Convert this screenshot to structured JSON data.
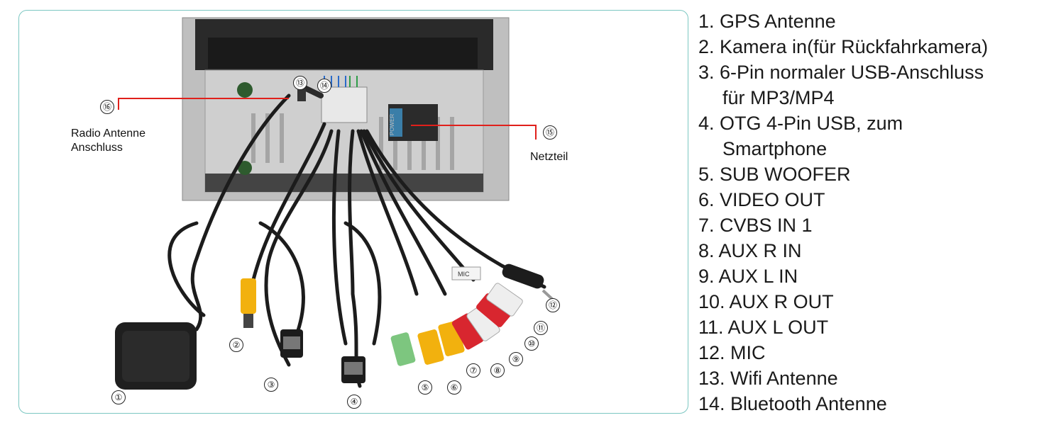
{
  "legend": {
    "items": [
      {
        "label": "1. GPS Antenne"
      },
      {
        "label": "2. Kamera in(für Rückfahrkamera)"
      },
      {
        "label": "3. 6-Pin normaler USB-Anschluss",
        "continuation": "für MP3/MP4"
      },
      {
        "label": "4. OTG 4-Pin USB, zum",
        "continuation": "Smartphone"
      },
      {
        "label": "5. SUB WOOFER"
      },
      {
        "label": "6. VIDEO OUT"
      },
      {
        "label": "7. CVBS IN 1"
      },
      {
        "label": "8. AUX R IN"
      },
      {
        "label": "9. AUX L IN"
      },
      {
        "label": "10. AUX R OUT"
      },
      {
        "label": "11. AUX L OUT"
      },
      {
        "label": "12. MIC"
      },
      {
        "label": "13. Wifi Antenne"
      },
      {
        "label": "14. Bluetooth Antenne"
      }
    ]
  },
  "photo": {
    "callouts": {
      "radio": {
        "number": "⑯",
        "line1": "Radio Antenne",
        "line2": "Anschluss"
      },
      "power": {
        "number": "⑮",
        "label": "Netzteil"
      }
    },
    "badges": [
      "①",
      "②",
      "③",
      "④",
      "⑤",
      "⑥",
      "⑦",
      "⑧",
      "⑨",
      "⑩",
      "⑪",
      "⑫",
      "⑬",
      "⑭"
    ],
    "device_labels": {
      "mic_tag": "MIC",
      "power_tag": "POWER"
    }
  },
  "colors": {
    "frame_border": "#7cc7c2",
    "callout_red": "#e0201b",
    "rca_yellow": "#f2b10e",
    "rca_red": "#d8262f",
    "rca_green": "#7dc67f",
    "rca_white": "#eeeeee",
    "cable_black": "#1c1c1c"
  }
}
